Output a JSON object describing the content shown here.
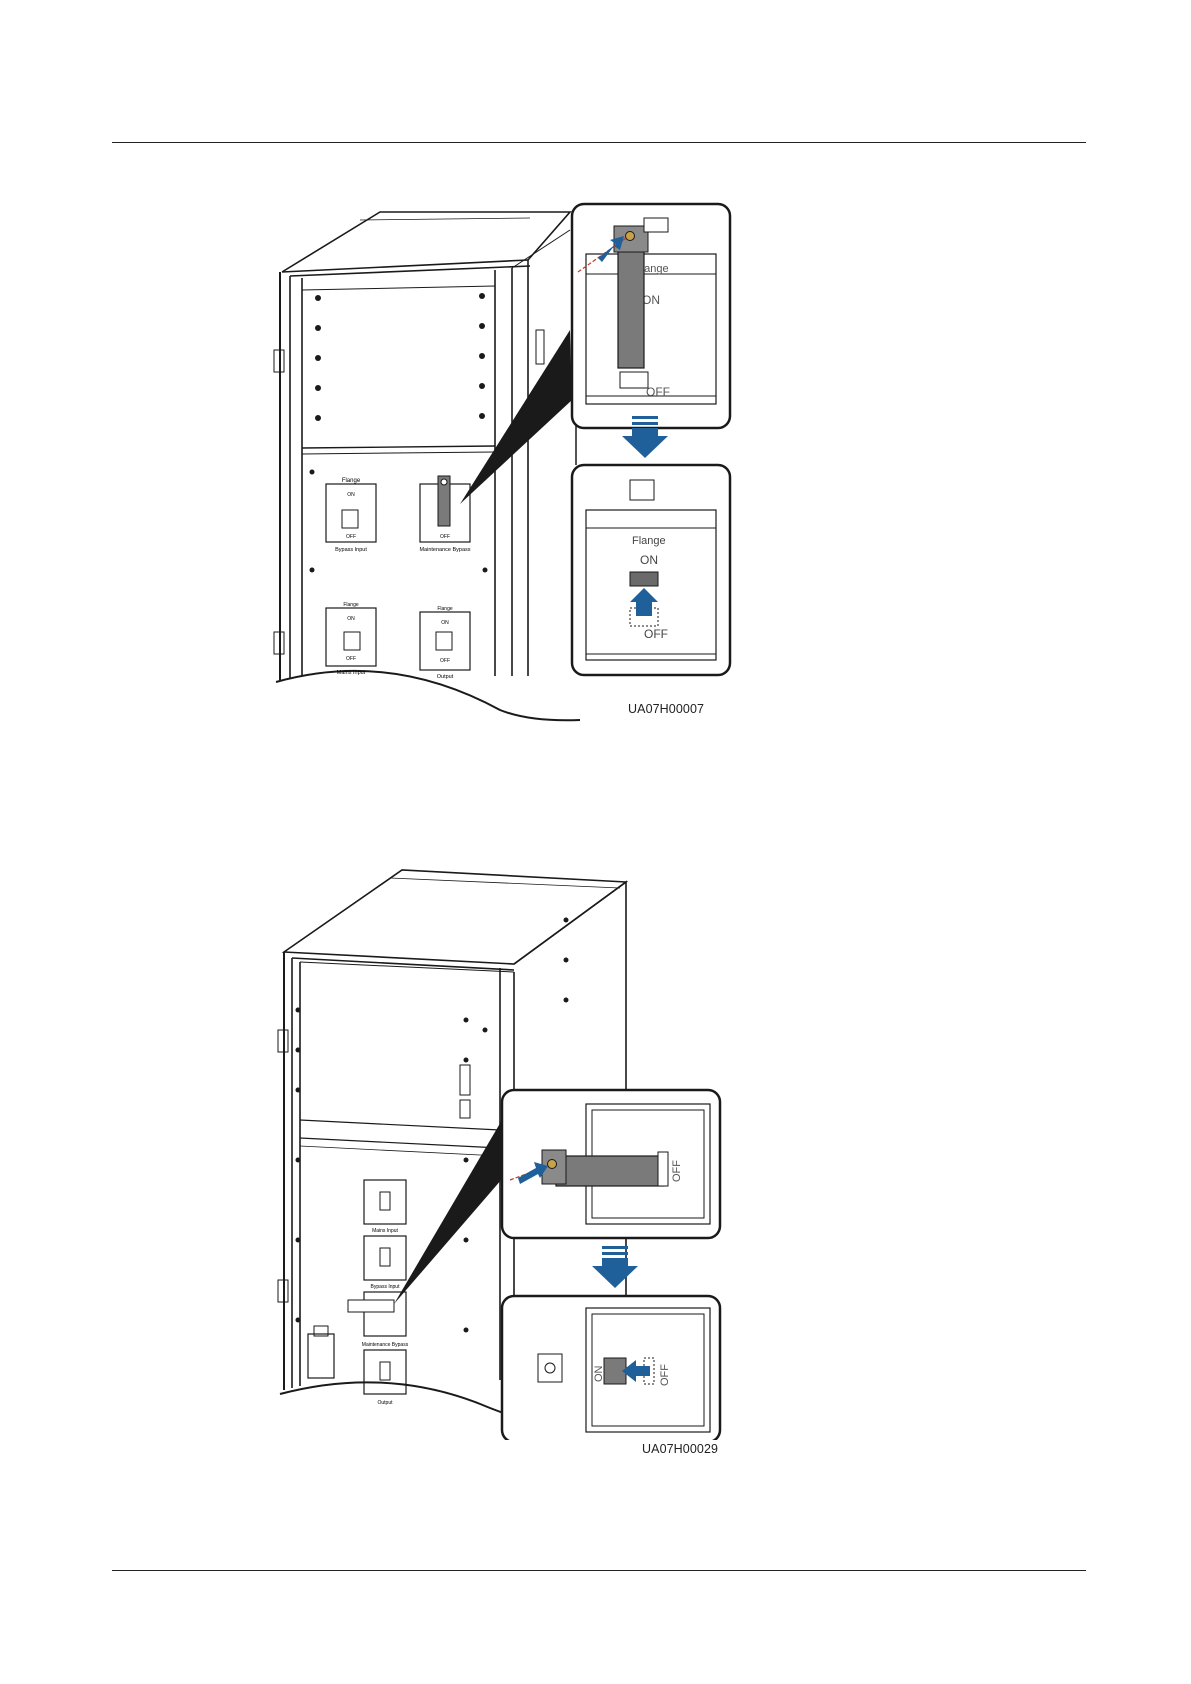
{
  "figure1": {
    "id": "UA07H00007",
    "labels": {
      "flange": "Flange",
      "on": "ON",
      "off": "OFF",
      "bypass_input": "Bypass Input",
      "maintenance_bypass": "Maintenance Bypass",
      "mains_input": "Mains Input",
      "output": "Output"
    },
    "callout_top": {
      "flange": "Flange",
      "on": "ON",
      "off": "OFF"
    },
    "callout_bottom": {
      "flange": "Flange",
      "on": "ON",
      "off": "OFF"
    }
  },
  "figure2": {
    "id": "UA07H00029",
    "labels": {
      "mains_input": "Mains Input",
      "bypass_input": "Bypass Input",
      "maintenance_bypass": "Maintenance Bypass",
      "output": "Output"
    },
    "callout_top": {
      "off": "OFF"
    },
    "callout_bottom": {
      "on": "ON",
      "off": "OFF"
    }
  },
  "colors": {
    "arrow_blue": "#1f5f9a",
    "line": "#1a1a1a",
    "gray_panel": "#7a7a7a"
  }
}
